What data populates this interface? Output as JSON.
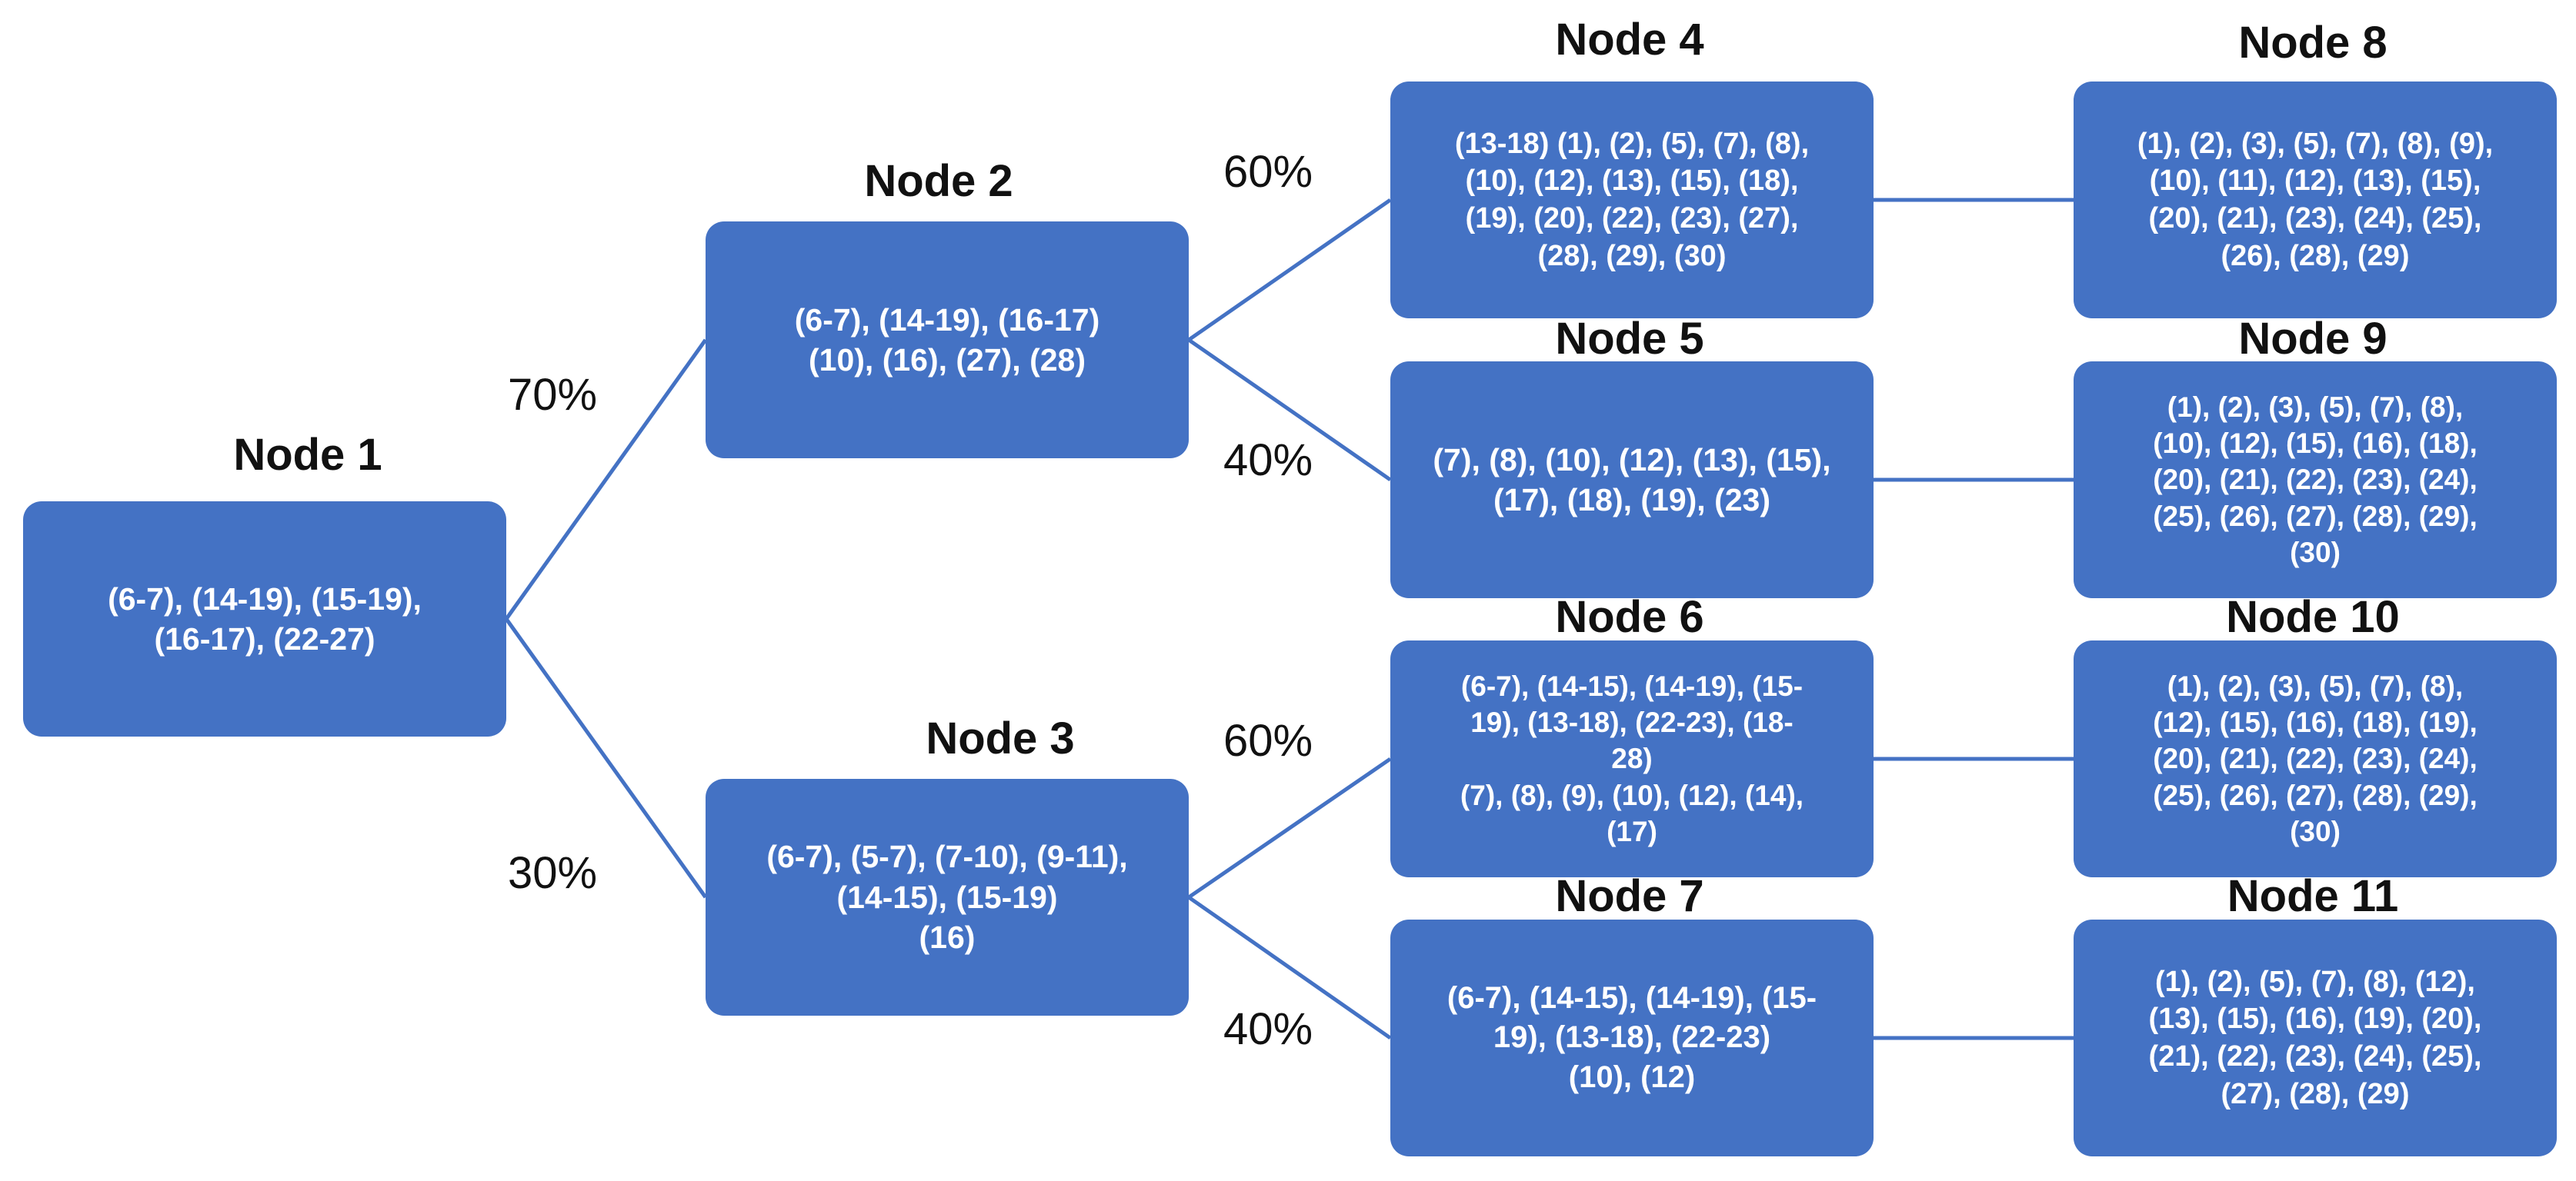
{
  "colors": {
    "node_fill": "#4472C4",
    "edge": "#4472C4",
    "text_on_node": "#FFFFFF"
  },
  "nodes": [
    {
      "id": "node1",
      "title": "Node 1",
      "lines": [
        "(6-7), (14-19), (15-19),",
        "(16-17), (22-27)"
      ]
    },
    {
      "id": "node2",
      "title": "Node 2",
      "lines": [
        "(6-7), (14-19), (16-17)",
        "(10), (16), (27), (28)"
      ]
    },
    {
      "id": "node3",
      "title": "Node 3",
      "lines": [
        "(6-7), (5-7), (7-10), (9-11),",
        "(14-15), (15-19)",
        "(16)"
      ]
    },
    {
      "id": "node4",
      "title": "Node 4",
      "lines": [
        "(13-18) (1), (2), (5), (7), (8),",
        "(10), (12), (13), (15), (18),",
        "(19), (20), (22), (23), (27),",
        "(28), (29), (30)"
      ]
    },
    {
      "id": "node5",
      "title": "Node 5",
      "lines": [
        "(7), (8), (10), (12), (13), (15),",
        "(17), (18), (19), (23)"
      ]
    },
    {
      "id": "node6",
      "title": "Node 6",
      "lines": [
        "(6-7), (14-15), (14-19), (15-",
        "19), (13-18), (22-23), (18-",
        "28)",
        "(7), (8), (9), (10), (12), (14),",
        "(17)"
      ]
    },
    {
      "id": "node7",
      "title": "Node 7",
      "lines": [
        "(6-7), (14-15), (14-19), (15-",
        "19), (13-18), (22-23)",
        "(10), (12)"
      ]
    },
    {
      "id": "node8",
      "title": "Node 8",
      "lines": [
        "(1), (2), (3), (5), (7), (8), (9),",
        "(10), (11), (12), (13), (15),",
        "(20), (21), (23), (24), (25),",
        "(26), (28), (29)"
      ]
    },
    {
      "id": "node9",
      "title": "Node 9",
      "lines": [
        "(1), (2), (3), (5), (7), (8),",
        "(10), (12), (15), (16), (18),",
        "(20), (21), (22), (23), (24),",
        "(25), (26), (27), (28), (29),",
        "(30)"
      ]
    },
    {
      "id": "node10",
      "title": "Node 10",
      "lines": [
        "(1), (2), (3), (5), (7), (8),",
        "(12), (15), (16), (18), (19),",
        "(20), (21), (22), (23), (24),",
        "(25), (26), (27), (28), (29),",
        "(30)"
      ]
    },
    {
      "id": "node11",
      "title": "Node 11",
      "lines": [
        "(1), (2), (5), (7), (8), (12),",
        "(13), (15), (16), (19), (20),",
        "(21), (22), (23), (24), (25),",
        "(27), (28), (29)"
      ]
    }
  ],
  "edges": [
    {
      "from": "node1",
      "to": "node2",
      "label": "70%"
    },
    {
      "from": "node1",
      "to": "node3",
      "label": "30%"
    },
    {
      "from": "node2",
      "to": "node4",
      "label": "60%"
    },
    {
      "from": "node2",
      "to": "node5",
      "label": "40%"
    },
    {
      "from": "node3",
      "to": "node6",
      "label": "60%"
    },
    {
      "from": "node3",
      "to": "node7",
      "label": "40%"
    },
    {
      "from": "node4",
      "to": "node8",
      "label": ""
    },
    {
      "from": "node5",
      "to": "node9",
      "label": ""
    },
    {
      "from": "node6",
      "to": "node10",
      "label": ""
    },
    {
      "from": "node7",
      "to": "node11",
      "label": ""
    }
  ]
}
